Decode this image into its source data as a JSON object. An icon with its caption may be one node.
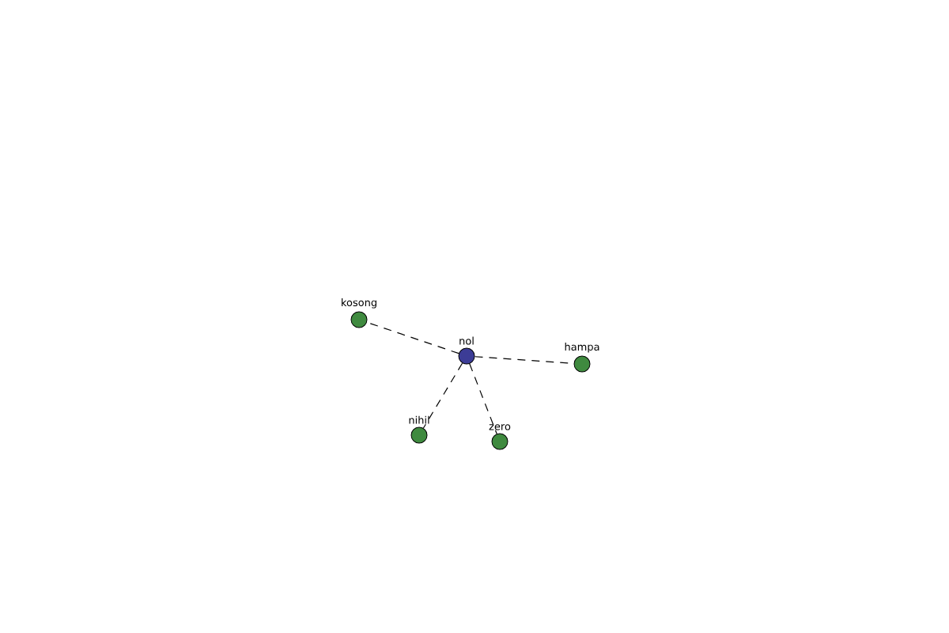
{
  "diagram": {
    "nodes": [
      {
        "text": [
          "nol"
        ]
      },
      {
        "text": [
          "kosong"
        ]
      },
      {
        "text": [
          "hampa"
        ]
      },
      {
        "text": [
          "nihil"
        ]
      },
      {
        "text": [
          "zero"
        ]
      }
    ],
    "edges": [
      {
        "from": 0,
        "to": 1,
        "arrow": "none",
        "style": "dashed"
      },
      {
        "from": 0,
        "to": 2,
        "arrow": "none",
        "style": "dashed"
      },
      {
        "from": 0,
        "to": 3,
        "arrow": "none",
        "style": "dashed"
      },
      {
        "from": 0,
        "to": 4,
        "arrow": "none",
        "style": "dashed"
      }
    ]
  }
}
